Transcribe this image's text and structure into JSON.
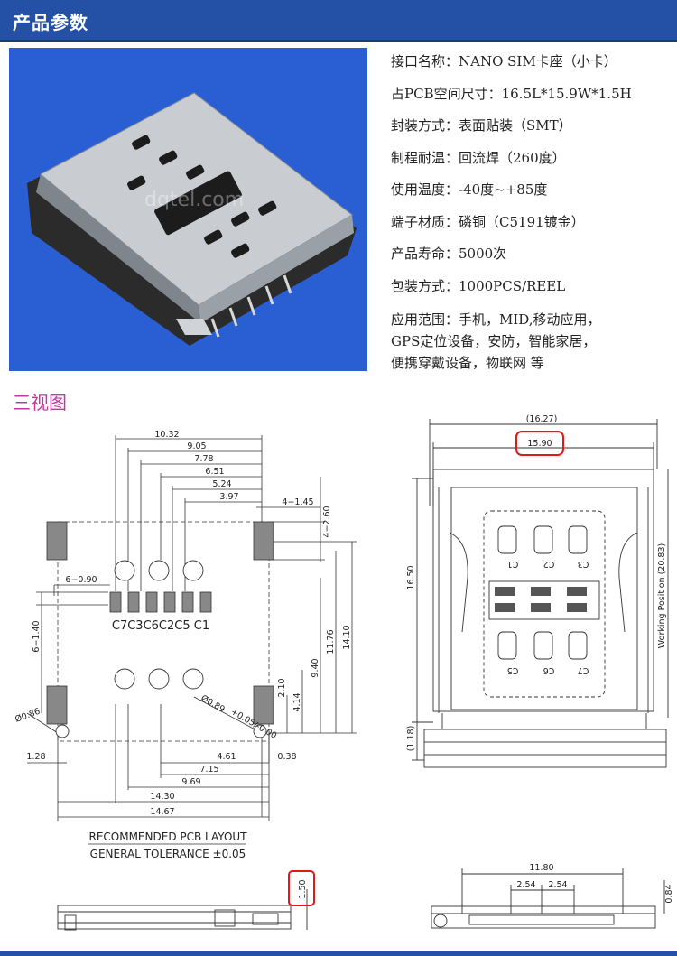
{
  "header": {
    "title": "产品参数"
  },
  "photo": {
    "watermark": "dqtel.com"
  },
  "specs": [
    "接口名称：NANO SIM卡座（小卡）",
    "占PCB空间尺寸：16.5L*15.9W*1.5H",
    "封装方式：表面贴装（SMT）",
    "制程耐温：回流焊（260度）",
    "使用温度：-40度~+85度",
    "端子材质：磷铜（C5191镀金）",
    "产品寿命：5000次",
    "包装方式：1000PCS/REEL"
  ],
  "application": [
    "应用范围：手机，MID,移动应用，",
    "GPS定位设备，安防，智能家居，",
    "便携穿戴设备，物联网 等"
  ],
  "views_title": "三视图",
  "pcb": {
    "dims_top": [
      "10.32",
      "9.05",
      "7.78",
      "6.51",
      "5.24",
      "3.97"
    ],
    "d_4_145": "4−1.45",
    "d_4_260": "4−2.60",
    "d_6_090": "6−0.90",
    "d_6_140": "6−1.40",
    "pin_labels": "C7C3C6C2C5 C1",
    "d_right": [
      "14.10",
      "11.76",
      "9.40",
      "4.14",
      "2.10"
    ],
    "d_086": "Ø0.86",
    "d_089": "Ø0.89",
    "d_tol": "+0.05/-0.00",
    "d_bottom": [
      "4.61",
      "0.38",
      "7.15",
      "9.69",
      "14.30",
      "14.67"
    ],
    "d_128": "1.28",
    "note1": "RECOMMENDED PCB LAYOUT",
    "note2": "GENERAL TOLERANCE ±0.05",
    "d_150": "1.50"
  },
  "top": {
    "d_1627": "(16.27)",
    "d_1590": "15.90",
    "d_1650": "16.50",
    "d_118": "(1.18)",
    "working": "Working Position (20.83)",
    "contacts_top": [
      "C1",
      "C2",
      "C3"
    ],
    "contacts_bottom": [
      "C5",
      "C6",
      "C7"
    ]
  },
  "side": {
    "d_1180": "11.80",
    "d_254a": "2.54",
    "d_254b": "2.54",
    "d_084": "0.84"
  },
  "colors": {
    "header": "#2451a6",
    "highlight": "#e01818",
    "views_title": "#c2379e",
    "photo_bg": "#2a5fd4"
  }
}
